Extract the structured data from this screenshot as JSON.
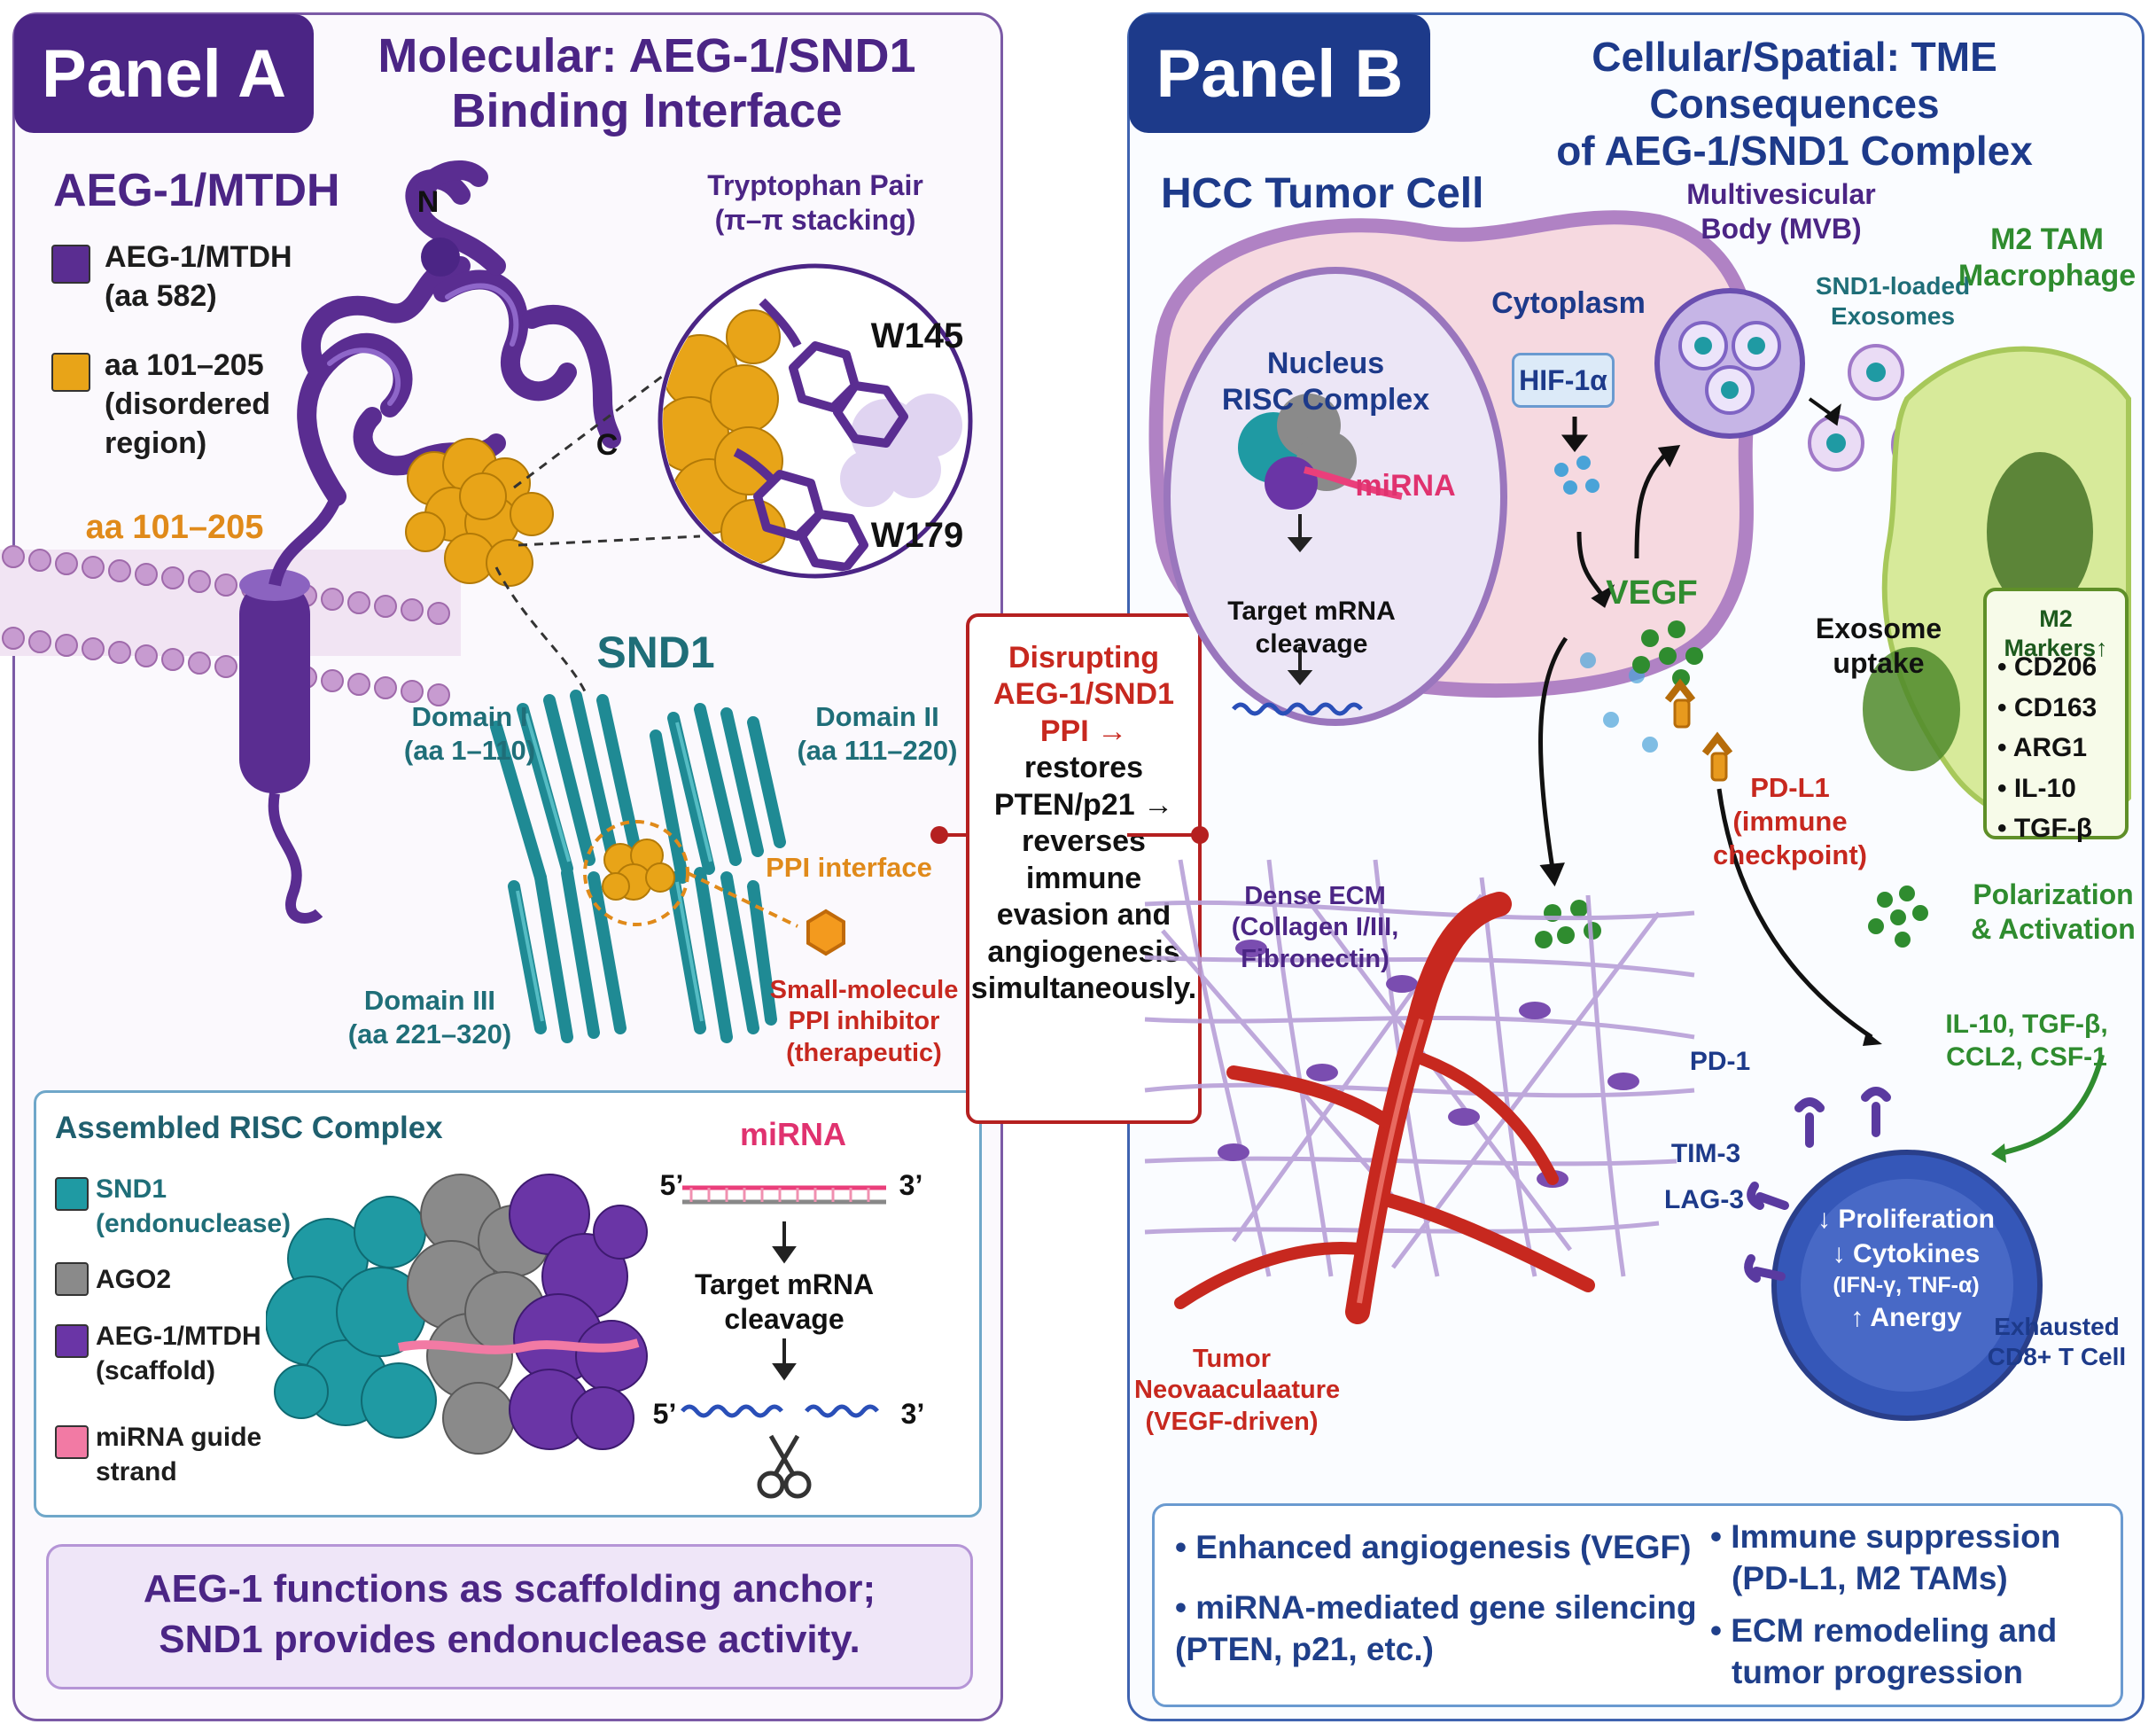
{
  "colors": {
    "purple": "#5a2d91",
    "orange": "#e8a418",
    "teal": "#1f8a94",
    "navy": "#1d3a8a",
    "red": "#c7281f",
    "green": "#2f8c2f"
  },
  "panel_a": {
    "tag": "Panel A",
    "title_line1": "Molecular: AEG-1/SND1",
    "title_line2": "Binding Interface",
    "protein_label": "AEG-1/MTDH",
    "legend": [
      {
        "line1": "AEG-1/MTDH",
        "line2": "(aa 582)"
      },
      {
        "line1": "aa 101–205",
        "line2": "(disordered",
        "line3": "region)"
      }
    ],
    "aa_range_label": "aa 101–205",
    "n_label": "N",
    "c_label": "C",
    "trp_title_line1": "Tryptophan Pair",
    "trp_title_line2": "(π–π stacking)",
    "w145": "W145",
    "w179": "W179",
    "snd1_label": "SND1",
    "domain1_line1": "Domain I",
    "domain1_line2": "(aa 1–110)",
    "domain2_line1": "Domain II",
    "domain2_line2": "(aa 111–220)",
    "domain3_line1": "Domain III",
    "domain3_line2": "(aa 221–320)",
    "ppi_interface": "PPI interface",
    "inhibitor_line1": "Small-molecule",
    "inhibitor_line2": "PPI inhibitor",
    "inhibitor_line3": "(therapeutic)",
    "risc": {
      "title": "Assembled RISC Complex",
      "legend": [
        {
          "line1": "SND1",
          "line2": "(endonuclease)"
        },
        {
          "line1": "AGO2",
          "line2": ""
        },
        {
          "line1": "AEG-1/MTDH",
          "line2": "(scaffold)"
        },
        {
          "line1": "miRNA guide",
          "line2": "strand"
        }
      ],
      "mirna": "miRNA",
      "five_prime": "5’",
      "three_prime": "3’",
      "cleavage_line1": "Target mRNA",
      "cleavage_line2": "cleavage"
    },
    "summary_line1": "AEG-1 functions as scaffolding anchor;",
    "summary_line2": "SND1 provides endonuclease activity."
  },
  "center": {
    "line1": "Disrupting",
    "line2": "AEG-1/SND1",
    "line3": "PPI →",
    "line4": "restores",
    "line5": "PTEN/p21 →",
    "line6": "reverses immune",
    "line7": "evasion and",
    "line8": "angiogenesis",
    "line9": "simultaneously."
  },
  "panel_b": {
    "tag": "Panel B",
    "title_line1": "Cellular/Spatial: TME Consequences",
    "title_line2": "of AEG-1/SND1 Complex",
    "hcc": "HCC Tumor Cell",
    "nucleus_line1": "Nucleus",
    "nucleus_line2": "RISC Complex",
    "mirna": "miRNA",
    "target_line1": "Target mRNA",
    "target_line2": "cleavage",
    "cytoplasm": "Cytoplasm",
    "hif": "HIF-1α",
    "vegf": "VEGF",
    "mvb_line1": "Multivesicular",
    "mvb_line2": "Body (MVB)",
    "exo_line1": "SND1-loaded",
    "exo_line2": "Exosomes",
    "tam_line1": "M2 TAM",
    "tam_line2": "Macrophage",
    "exo_uptake_line1": "Exosome",
    "exo_uptake_line2": "uptake",
    "m2_title": "M2 Markers↑",
    "m2_markers": [
      "• CD206",
      "• CD163",
      "• ARG1",
      "• IL-10",
      "• TGF-β"
    ],
    "polar_line1": "Polarization",
    "polar_line2": "& Activation",
    "cytokines_line1": "IL-10, TGF-β,",
    "cytokines_line2": "CCL2, CSF-1",
    "pdl1_line1": "PD-L1",
    "pdl1_line2": "(immune",
    "pdl1_line3": "checkpoint)",
    "ecm_line1": "Dense ECM",
    "ecm_line2": "(Collagen I/III,",
    "ecm_line3": "Fibronectin)",
    "pd1": "PD-1",
    "tim3": "TIM-3",
    "lag3": "LAG-3",
    "tcell_line1": "↓ Proliferation",
    "tcell_line2": "↓ Cytokines",
    "tcell_line3": "(IFN-γ, TNF-α)",
    "tcell_line4": "↑ Anergy",
    "exh_line1": "Exhausted",
    "exh_line2": "CD8+ T Cell",
    "neo_line1": "Tumor",
    "neo_line2": "Neovaaculaature",
    "neo_line3": "(VEGF-driven)",
    "bullets": {
      "b1": "• Enhanced angiogenesis (VEGF)",
      "b2_line1": "• miRNA-mediated gene silencing",
      "b2_line2": "(PTEN, p21, etc.)",
      "b3_line1": "• Immune suppression",
      "b3_line2": "(PD-L1, M2 TAMs)",
      "b4_line1": "• ECM remodeling and",
      "b4_line2": "tumor progression"
    }
  }
}
